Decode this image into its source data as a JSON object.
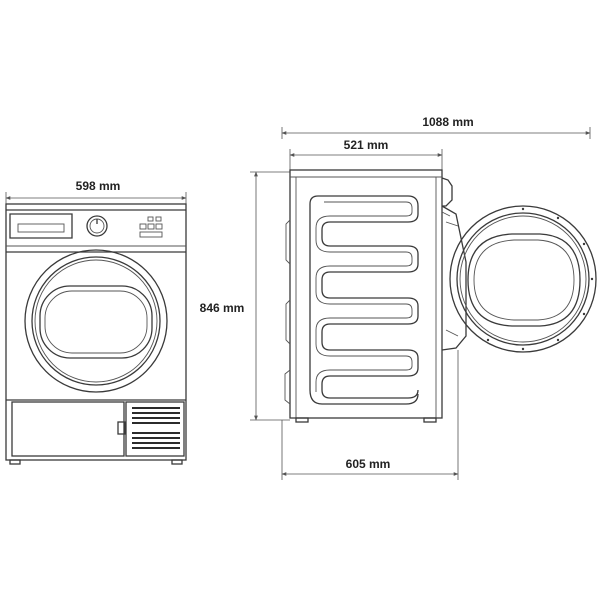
{
  "dimensions": {
    "width_front": "598 mm",
    "height": "846 mm",
    "depth_body": "521 mm",
    "depth_total": "605 mm",
    "depth_door_open": "1088 mm"
  },
  "colors": {
    "line": "#3a3a3a",
    "background": "#ffffff"
  }
}
